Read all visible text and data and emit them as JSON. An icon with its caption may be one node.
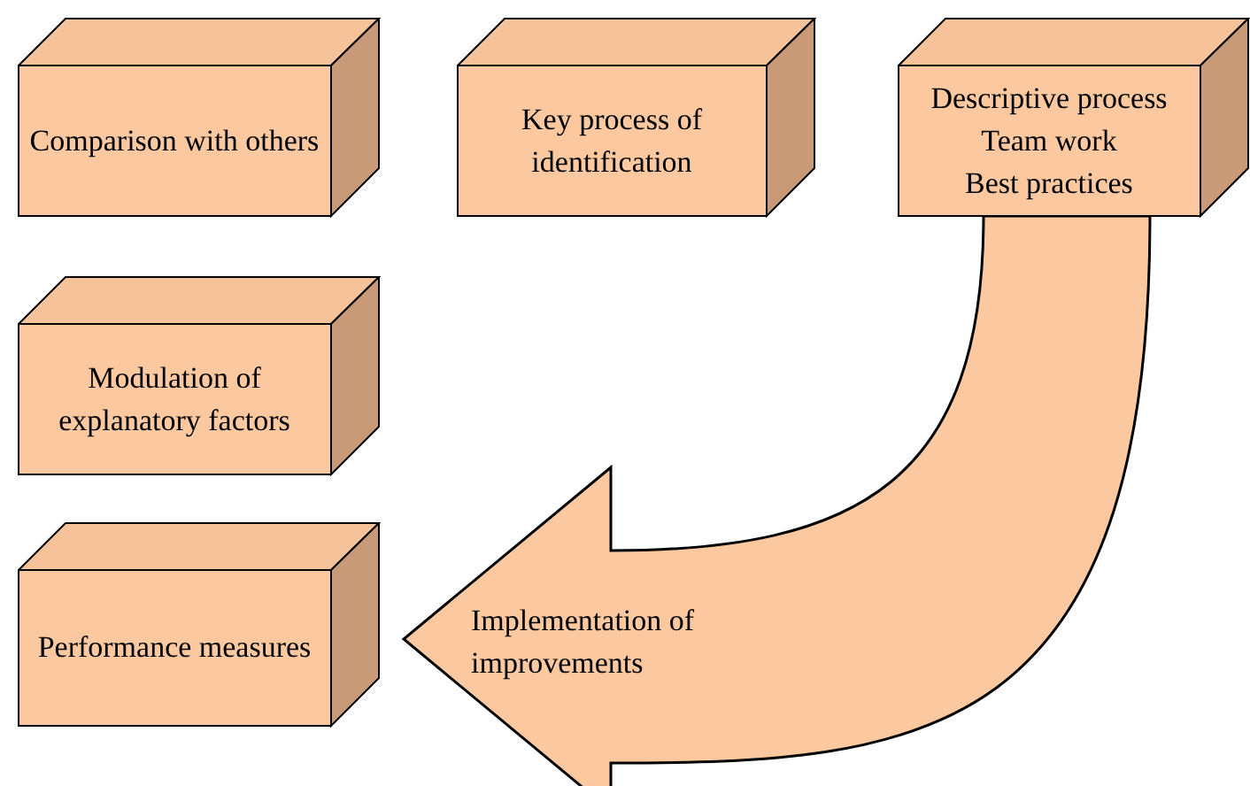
{
  "diagram": {
    "nodes": [
      {
        "text": [
          "Comparison with others"
        ]
      },
      {
        "text": [
          "Key process of identification"
        ]
      },
      {
        "text": [
          "Descriptive process",
          "Team work",
          "Best practices"
        ]
      },
      {
        "text": [
          "Modulation of explanatory factors"
        ]
      },
      {
        "text": [
          "Performance measures"
        ]
      }
    ],
    "edges": [
      {
        "from": 2,
        "to": 4,
        "arrow": "to",
        "label": "Implementation of improvements",
        "style": "thick"
      }
    ]
  }
}
